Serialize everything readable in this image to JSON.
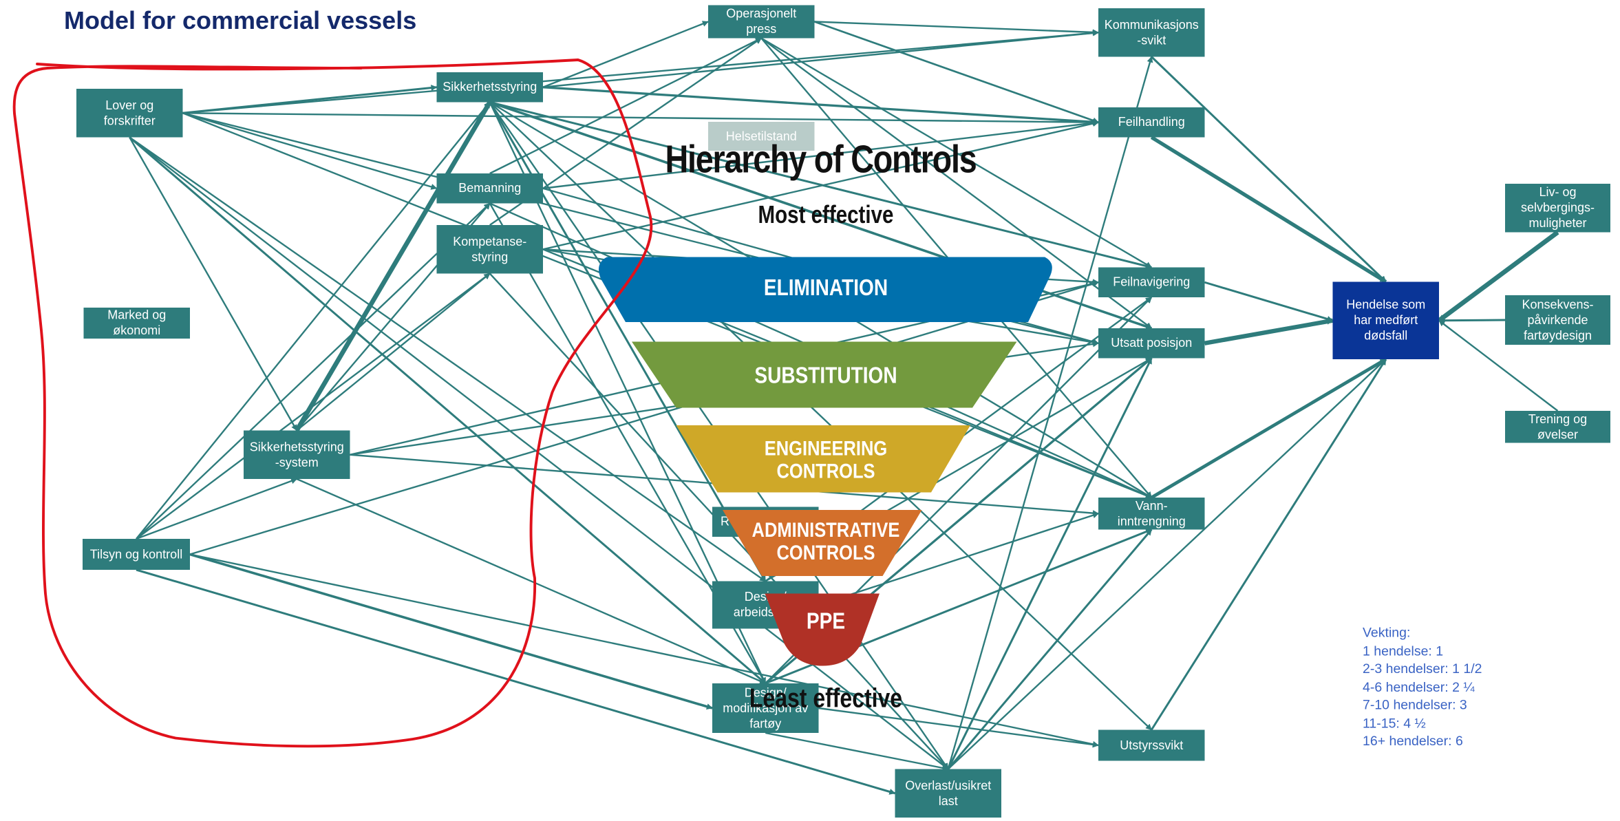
{
  "title": "Model for commercial vessels",
  "colors": {
    "node": "#2e7c7c",
    "node_faded": "#b9ccc9",
    "target": "#0a3597",
    "edge": "#2e7c7c",
    "title": "#14296b",
    "annotation": "#e0111b",
    "weights_text": "#3a63c4",
    "elimination": "#0070ad",
    "substitution": "#739a3e",
    "engineering": "#cfa828",
    "administrative": "#d36f2b",
    "ppe": "#b03126"
  },
  "nodes": {
    "lover": "Lover og\nforskrifter",
    "marked": "Marked og\nøkonomi",
    "sikkerhetssystem": "Sikkerhetsstyring\n-system",
    "tilsyn": "Tilsyn og kontroll",
    "sikkerhetsstyring": "Sikkerhetsstyring",
    "bemanning": "Bemanning",
    "kompetanse": "Kompetanse-\nstyring",
    "operasjonelt": "Operasjonelt\npress",
    "helsetilstand": "Helsetilstand",
    "r_partial": "R",
    "design_arbeid": "Design/\narbeidssted",
    "design_mod": "Design/\nmodifikasjon av\nfartøy",
    "overlast": "Overlast/usikret\nlast",
    "kommunikasjon": "Kommunikasjons\n-svikt",
    "feilhandling": "Feilhandling",
    "feilnavigering": "Feilnavigering",
    "utsatt": "Utsatt posisjon",
    "vann": "Vann-\ninntrengning",
    "utstyr": "Utstyrssvikt",
    "hendelse": "Hendelse som\nhar medført\ndødsfall",
    "liv": "Liv- og\nselvbergings-\nmuligheter",
    "konsekvens": "Konsekvens-\npåvirkende\nfartøydesign",
    "trening": "Trening og\nøvelser"
  },
  "hierarchy": {
    "title": "Hierarchy of Controls",
    "most": "Most effective",
    "least": "Least effective",
    "tiers": {
      "elimination": "ELIMINATION",
      "substitution": "SUBSTITUTION",
      "engineering": "ENGINEERING\nCONTROLS",
      "administrative": "ADMINISTRATIVE\nCONTROLS",
      "ppe": "PPE"
    }
  },
  "weights": {
    "heading": "Vekting:",
    "lines": [
      "1 hendelse: 1",
      "2-3 hendelser: 1 1/2",
      "4-6 hendelser: 2 ¼",
      "7-10 hendelser: 3",
      "11-15: 4 ½",
      "16+ hendelser: 6"
    ]
  }
}
